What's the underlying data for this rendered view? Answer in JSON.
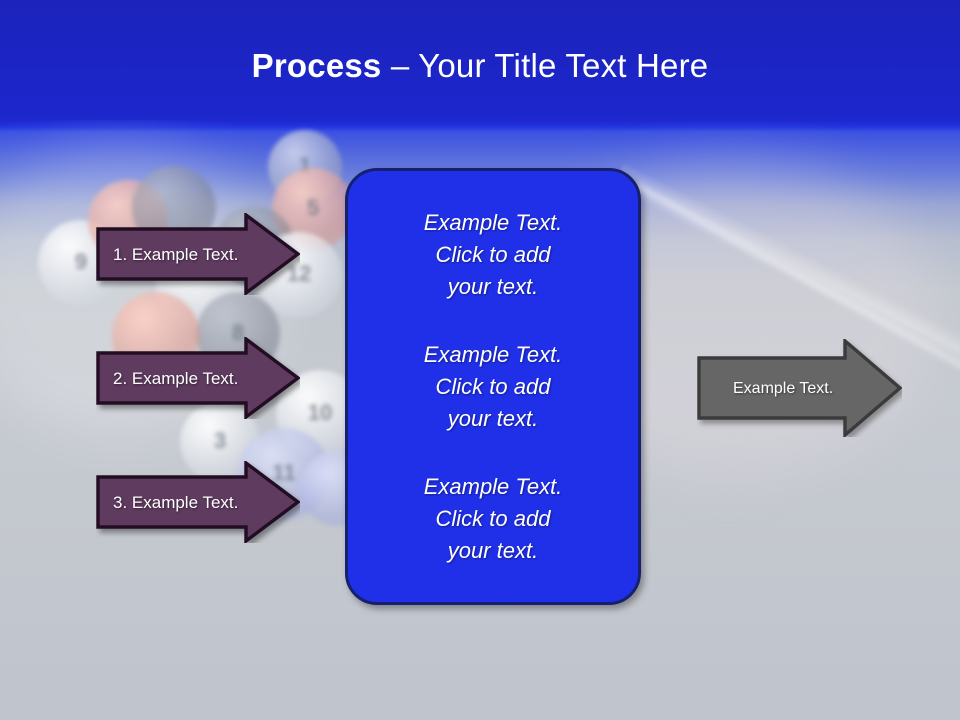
{
  "slide": {
    "title": {
      "bold_part": "Process",
      "rest_part": " – Your Title Text Here"
    },
    "colors": {
      "title_band_blue": "#1c27cc",
      "body_background": "#c3c8cf",
      "process_box_fill": "#2030e8",
      "process_box_border": "#16206e",
      "input_arrow_fill": "#5e3a5e",
      "input_arrow_border": "#231023",
      "output_arrow_fill": "#666666",
      "output_arrow_border": "#3a3a3a",
      "text_white": "#ffffff"
    }
  },
  "input_arrows": [
    {
      "label": "1. Example Text."
    },
    {
      "label": "2. Example Text."
    },
    {
      "label": "3. Example Text."
    }
  ],
  "process_box": {
    "blocks": [
      {
        "line1": "Example Text.",
        "line2": "Click  to add",
        "line3": "your text."
      },
      {
        "line1": "Example Text.",
        "line2": "Click  to add",
        "line3": "your text."
      },
      {
        "line1": "Example Text.",
        "line2": "Click  to add",
        "line3": "your text."
      }
    ]
  },
  "output_arrow": {
    "label": "Example Text."
  },
  "background": {
    "decoration": "billiard-balls-photo",
    "ball_numbers": [
      "1",
      "5",
      "12",
      "8",
      "10",
      "3",
      "11",
      "9"
    ]
  }
}
